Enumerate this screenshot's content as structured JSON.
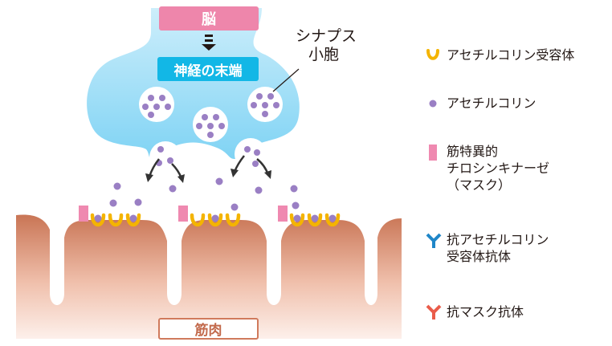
{
  "diagram": {
    "brain_label": "脳",
    "nerve_terminal_label": "神経の末端",
    "synaptic_vesicle_label": [
      "シナプス",
      "小胞"
    ],
    "muscle_label": "筋肉"
  },
  "legend": {
    "items": [
      {
        "icon": "ach-receptor-icon",
        "lines": [
          "アセチルコリン受容体"
        ],
        "color": "#f4b400"
      },
      {
        "icon": "acetylcholine-dot-icon",
        "lines": [
          "アセチルコリン"
        ],
        "color": "#9a7fc4"
      },
      {
        "icon": "musk-marker-icon",
        "lines": [
          "筋特異的",
          "チロシンキナーゼ",
          "（マスク）"
        ],
        "color": "#ef89b0"
      },
      {
        "icon": "anti-achr-antibody-icon",
        "lines": [
          "抗アセチルコリン",
          "受容体抗体"
        ],
        "color": "#1f86c8"
      },
      {
        "icon": "anti-musk-antibody-icon",
        "lines": [
          "抗マスク抗体"
        ],
        "color": "#ea5c4a"
      }
    ]
  },
  "colors": {
    "terminal": "#7fd3f4",
    "muscle_top": "#c97555",
    "receptor": "#f4b400",
    "acetylcholine": "#9a7fc4",
    "musk": "#ef89b0",
    "anti_achr": "#1f86c8",
    "anti_musk": "#ea5c4a"
  }
}
